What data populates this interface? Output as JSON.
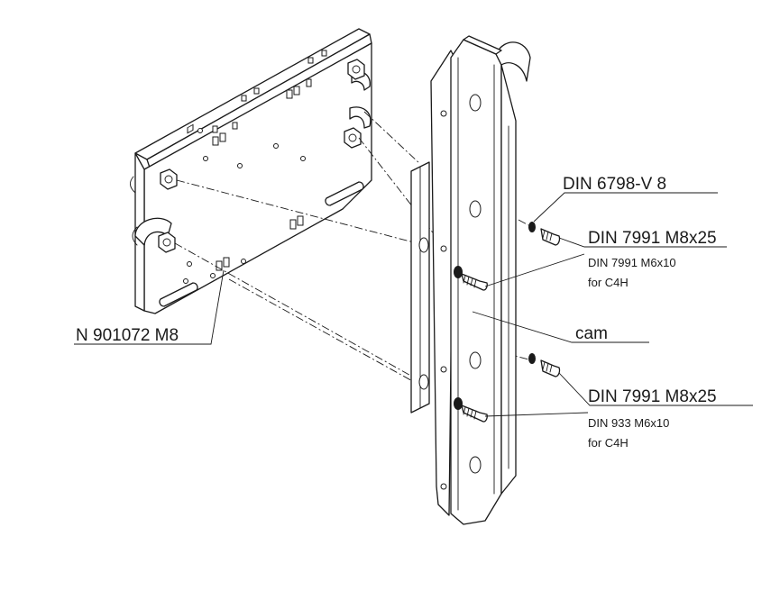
{
  "labels": {
    "washer": "DIN 6798-V 8",
    "screw_upper": "DIN 7991 M8x25",
    "screw_upper_alt": "DIN 7991 M6x10",
    "screw_upper_alt_note": "for C4H",
    "cam": "cam",
    "screw_lower": "DIN 7991 M8x25",
    "screw_lower_alt": "DIN 933 M6x10",
    "screw_lower_alt_note": "for C4H",
    "nut": "N 901072 M8"
  }
}
